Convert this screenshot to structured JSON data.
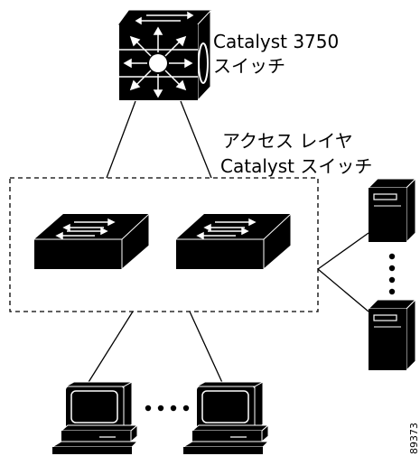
{
  "labels": {
    "core_switch_line1": "Catalyst 3750",
    "core_switch_line2": "スイッチ",
    "access_layer_line1": "アクセス レイヤ",
    "access_layer_line2": "Catalyst スイッチ",
    "figure_id": "89373"
  },
  "ellipsis": {
    "servers": "• • •",
    "workstations": "• • • •"
  },
  "icons": {
    "core_switch": "multilayer-switch-icon",
    "access_switch": "workgroup-switch-icon",
    "server": "server-tower-icon",
    "workstation": "desktop-computer-icon"
  },
  "colors": {
    "device_fill": "#000000",
    "line": "#000000",
    "background": "#ffffff"
  }
}
